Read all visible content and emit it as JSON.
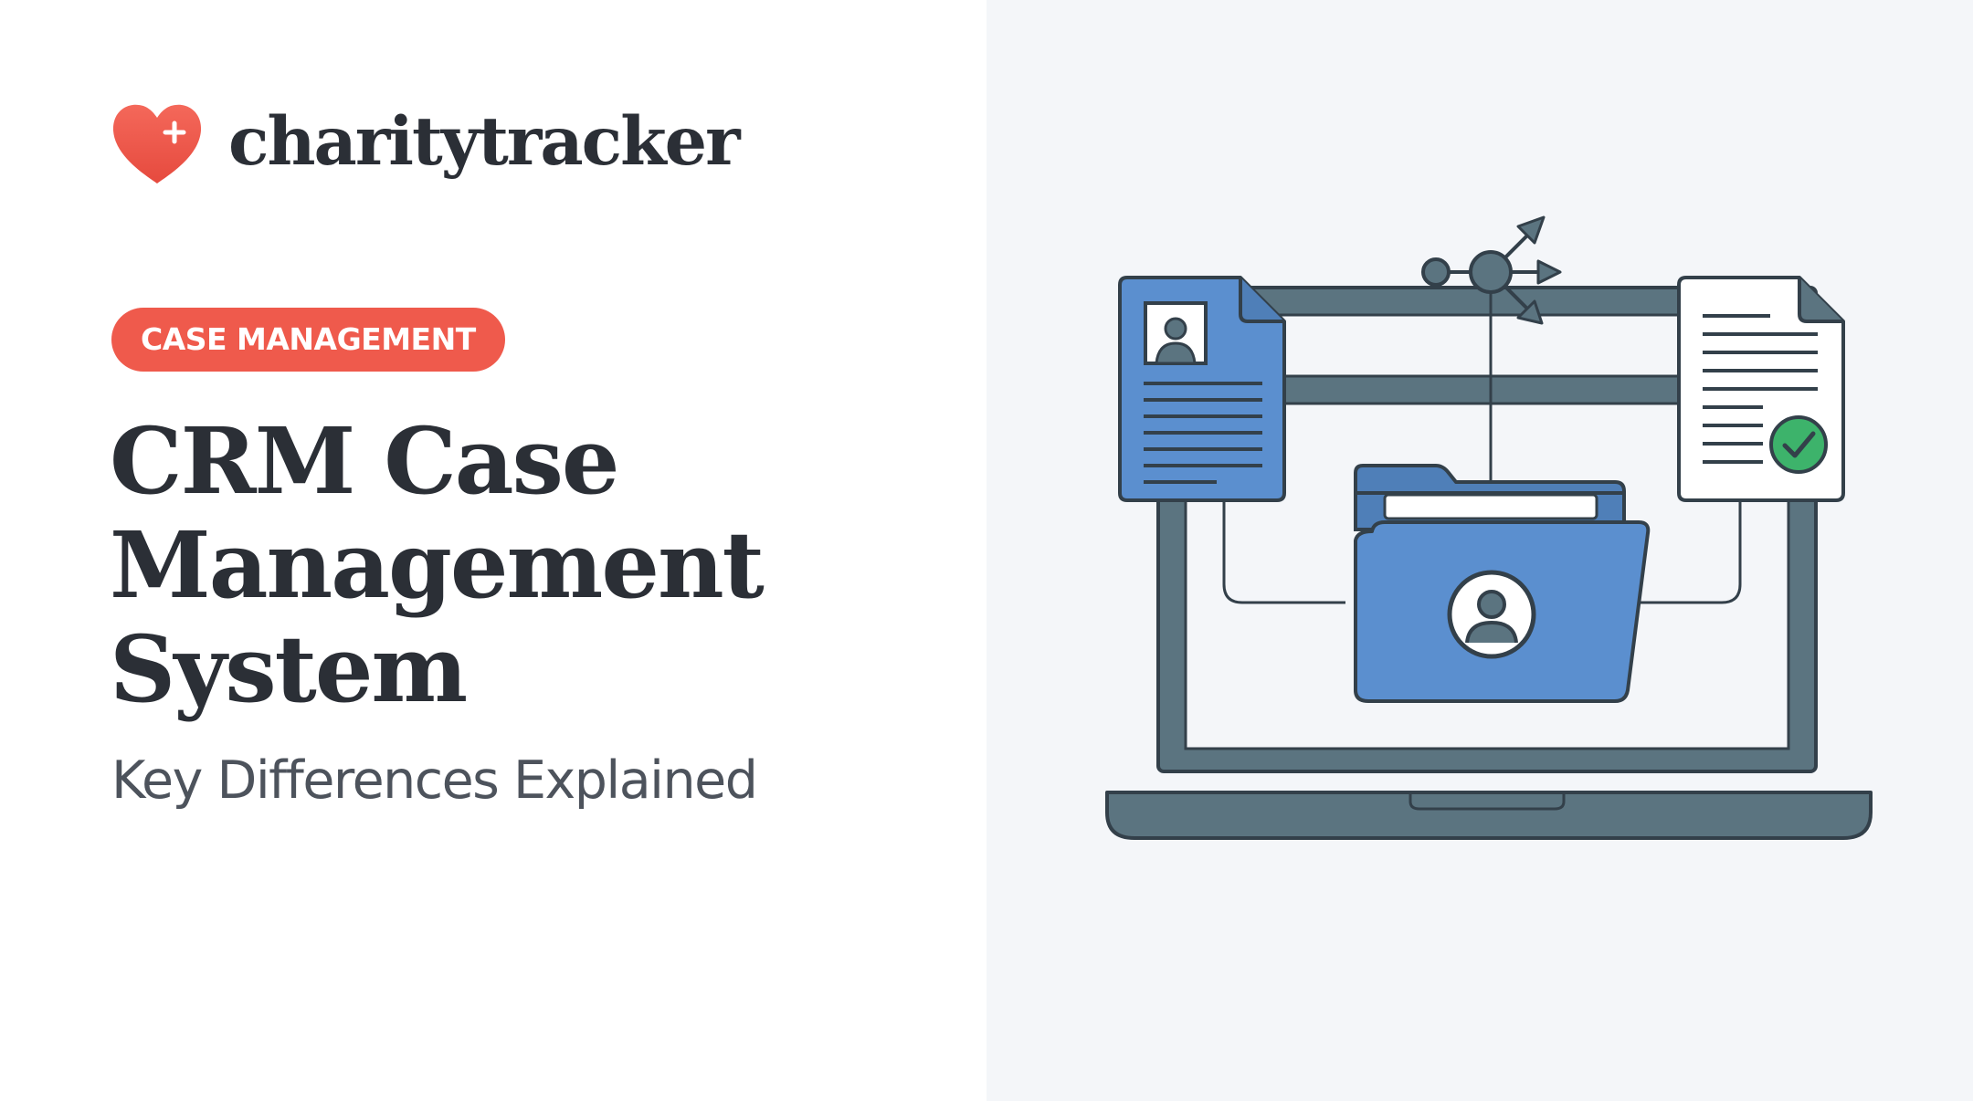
{
  "brand": {
    "name": "charitytracker",
    "logo_icon": "heart-plus-icon",
    "logo_color": "#ef5a4c"
  },
  "badge": {
    "label": "CASE MANAGEMENT",
    "color": "#ef5a4c"
  },
  "headline": {
    "lines": [
      "CRM Case",
      "Management",
      "System"
    ]
  },
  "subtitle": "Key Differences Explained",
  "illustration": {
    "icons": [
      "laptop-icon",
      "profile-document-icon",
      "checked-document-icon",
      "user-folder-icon",
      "network-share-icon",
      "checkmark-icon"
    ],
    "colors": {
      "accent_blue": "#5b8fcf",
      "dark_slate": "#5b7480",
      "check_green": "#3db36b",
      "outline": "#33404a"
    }
  },
  "colors": {
    "text_dark": "#2b2f36",
    "text_muted": "#4d535c",
    "right_background": "#f4f6f9"
  }
}
